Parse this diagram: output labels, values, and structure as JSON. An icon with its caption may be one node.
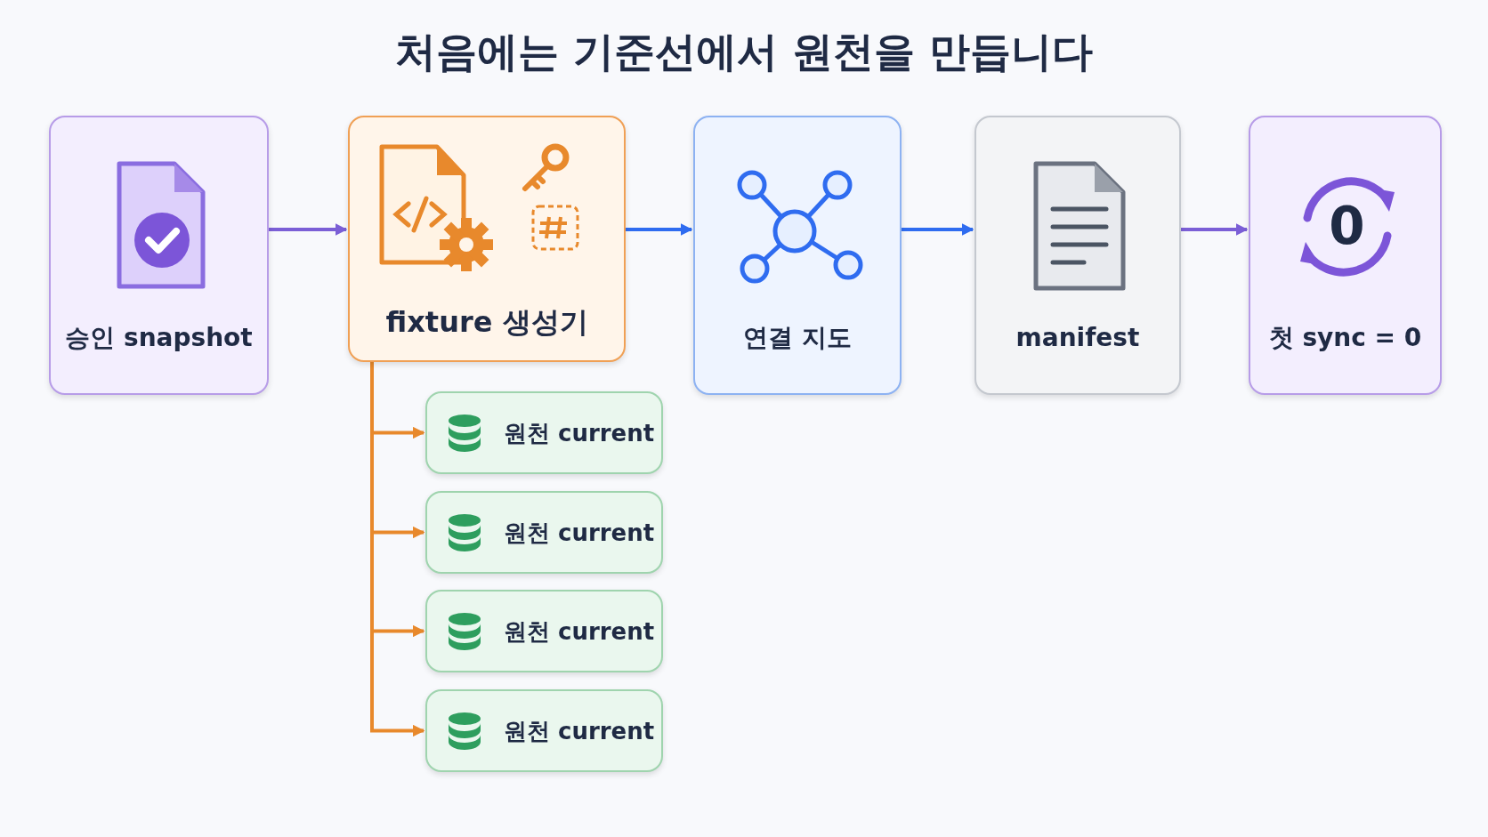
{
  "diagram": {
    "title": "처음에는 기준선에서 원천을 만듭니다",
    "nodes": [
      {
        "text": [
          "승인 snapshot"
        ]
      },
      {
        "text": [
          "fixture 생성기"
        ]
      },
      {
        "text": [
          "연결 지도"
        ]
      },
      {
        "text": [
          "manifest"
        ]
      },
      {
        "text": [
          "0",
          "첫 sync = 0"
        ]
      },
      {
        "text": [
          "원천 current"
        ]
      },
      {
        "text": [
          "원천 current"
        ]
      },
      {
        "text": [
          "원천 current"
        ]
      },
      {
        "text": [
          "원천 current"
        ]
      }
    ],
    "edges": [
      {
        "from": 0,
        "to": 1,
        "arrow": "to",
        "color": "#7b5fd6"
      },
      {
        "from": 1,
        "to": 2,
        "arrow": "to",
        "color": "#2f6cf0"
      },
      {
        "from": 2,
        "to": 3,
        "arrow": "to",
        "color": "#2f6cf0"
      },
      {
        "from": 3,
        "to": 4,
        "arrow": "to",
        "color": "#7b5fd6"
      },
      {
        "from": 1,
        "to": 5,
        "arrow": "to"
      },
      {
        "from": 1,
        "to": 6,
        "arrow": "to"
      },
      {
        "from": 1,
        "to": 7,
        "arrow": "to"
      },
      {
        "from": 1,
        "to": 8,
        "arrow": "to"
      }
    ]
  }
}
